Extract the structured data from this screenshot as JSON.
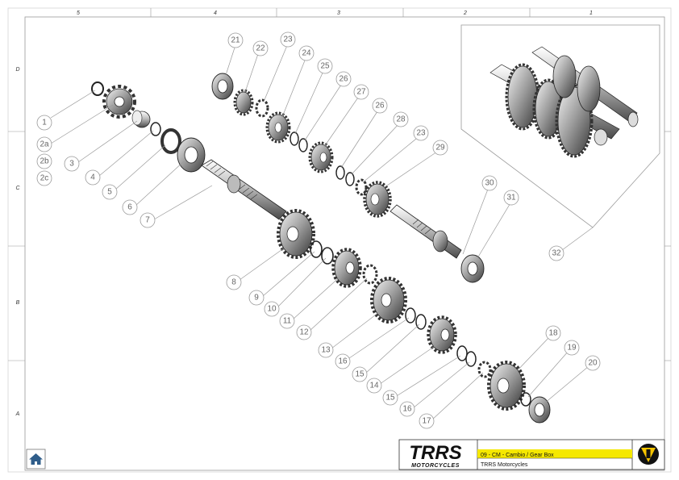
{
  "grid": {
    "columns": [
      "5",
      "4",
      "3",
      "2",
      "1"
    ],
    "rows": [
      "D",
      "C",
      "B",
      "A"
    ]
  },
  "callouts": [
    {
      "label": "1"
    },
    {
      "label": "2a"
    },
    {
      "label": "2b"
    },
    {
      "label": "2c"
    },
    {
      "label": "3"
    },
    {
      "label": "4"
    },
    {
      "label": "5"
    },
    {
      "label": "6"
    },
    {
      "label": "7"
    },
    {
      "label": "8"
    },
    {
      "label": "9"
    },
    {
      "label": "10"
    },
    {
      "label": "11"
    },
    {
      "label": "12"
    },
    {
      "label": "13"
    },
    {
      "label": "16"
    },
    {
      "label": "15"
    },
    {
      "label": "14"
    },
    {
      "label": "15"
    },
    {
      "label": "16"
    },
    {
      "label": "17"
    },
    {
      "label": "18"
    },
    {
      "label": "19"
    },
    {
      "label": "20"
    },
    {
      "label": "21"
    },
    {
      "label": "22"
    },
    {
      "label": "23"
    },
    {
      "label": "24"
    },
    {
      "label": "25"
    },
    {
      "label": "26"
    },
    {
      "label": "27"
    },
    {
      "label": "26"
    },
    {
      "label": "28"
    },
    {
      "label": "23"
    },
    {
      "label": "29"
    },
    {
      "label": "30"
    },
    {
      "label": "31"
    },
    {
      "label": "32"
    }
  ],
  "title_block": {
    "logo_text": "TRRS",
    "logo_subtext": "MOTORCYCLES",
    "drawing_title": "09 - CM - Cambio / Gear Box",
    "company": "TRRS Motorcycles"
  },
  "colors": {
    "title_bar": "#f5e800",
    "brand_yellow": "#f5c400",
    "part_dark": "#2b2b2b",
    "part_mid": "#8c8c8c",
    "part_light": "#e0e0e0"
  },
  "icons": {
    "home": "home-icon",
    "brand": "trrs-triangle-logo-icon"
  }
}
